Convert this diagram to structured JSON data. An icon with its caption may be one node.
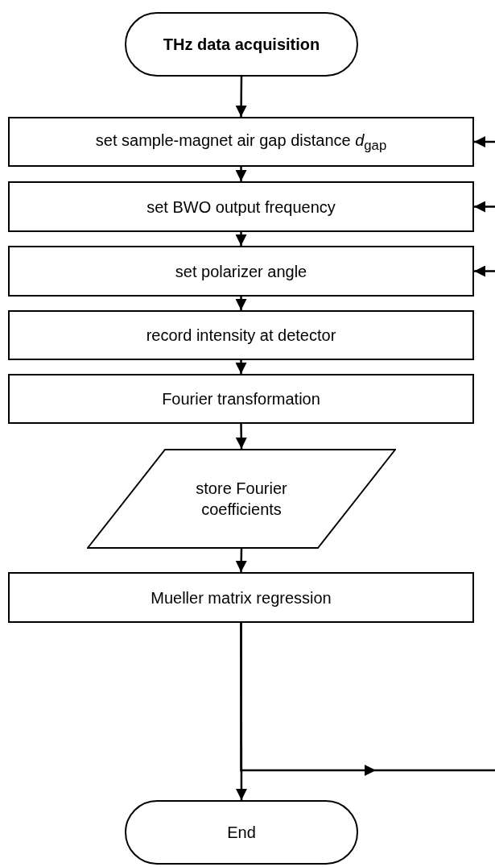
{
  "diagram": {
    "nodes": [
      {
        "text": [
          "THz data acquisition"
        ]
      },
      {
        "text": [
          "set sample-magnet air gap distance *d*$_{gap}$"
        ]
      },
      {
        "text": [
          "set BWO output frequency"
        ]
      },
      {
        "text": [
          "set polarizer angle"
        ]
      },
      {
        "text": [
          "record intensity at detector"
        ]
      },
      {
        "text": [
          "Fourier transformation"
        ]
      },
      {
        "text": [
          "store Fourier coefficients"
        ]
      },
      {
        "text": [
          "Mueller matrix regression"
        ]
      },
      {
        "text": [
          "End"
        ]
      }
    ],
    "edges": [
      {
        "from": 0,
        "to": 1,
        "arrow": "to"
      },
      {
        "from": 1,
        "to": 2,
        "arrow": "to"
      },
      {
        "from": 2,
        "to": 3,
        "arrow": "to"
      },
      {
        "from": 3,
        "to": 4,
        "arrow": "to"
      },
      {
        "from": 4,
        "to": 5,
        "arrow": "to"
      },
      {
        "from": 5,
        "to": 6,
        "arrow": "to"
      },
      {
        "from": 6,
        "to": 7,
        "arrow": "to"
      },
      {
        "from": 7,
        "to": 8,
        "arrow": "to"
      },
      {
        "from": null,
        "to": 1,
        "arrow": "to"
      },
      {
        "from": null,
        "to": 2,
        "arrow": "to"
      },
      {
        "from": null,
        "to": 3,
        "arrow": "to"
      },
      {
        "from": 7,
        "to": null,
        "arrow": "to"
      }
    ]
  }
}
